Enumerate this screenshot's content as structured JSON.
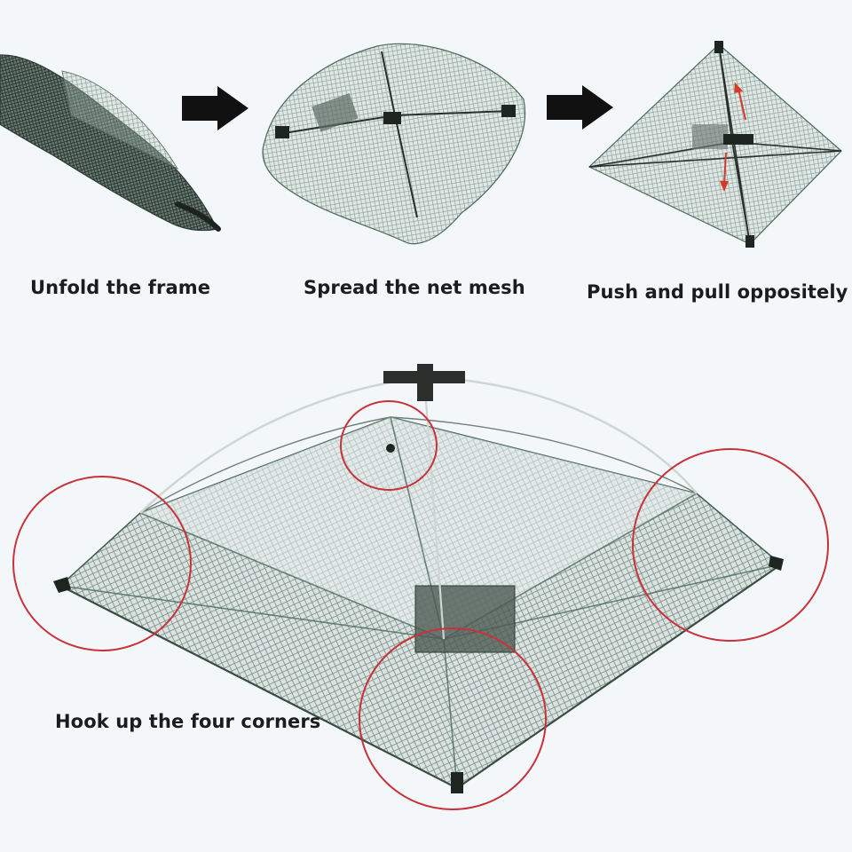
{
  "steps": [
    {
      "label": "Unfold the frame"
    },
    {
      "label": "Spread the net mesh"
    },
    {
      "label": "Push and pull oppositely"
    },
    {
      "label": "Hook up the four corners"
    }
  ],
  "icons": {
    "step_arrow": "right-arrow-icon",
    "direction_arrows": "up-down-arrow-icon",
    "highlight": "circle-highlight"
  },
  "colors": {
    "background": "#f4f7fa",
    "net": "#3f5a4c",
    "net_fill": "#9db4a6",
    "frame": "#2a2f2b",
    "arrow": "#111111",
    "red_arrow": "#d33a2c",
    "highlight_circle": "#c8323a",
    "text": "#1c1c1c"
  }
}
